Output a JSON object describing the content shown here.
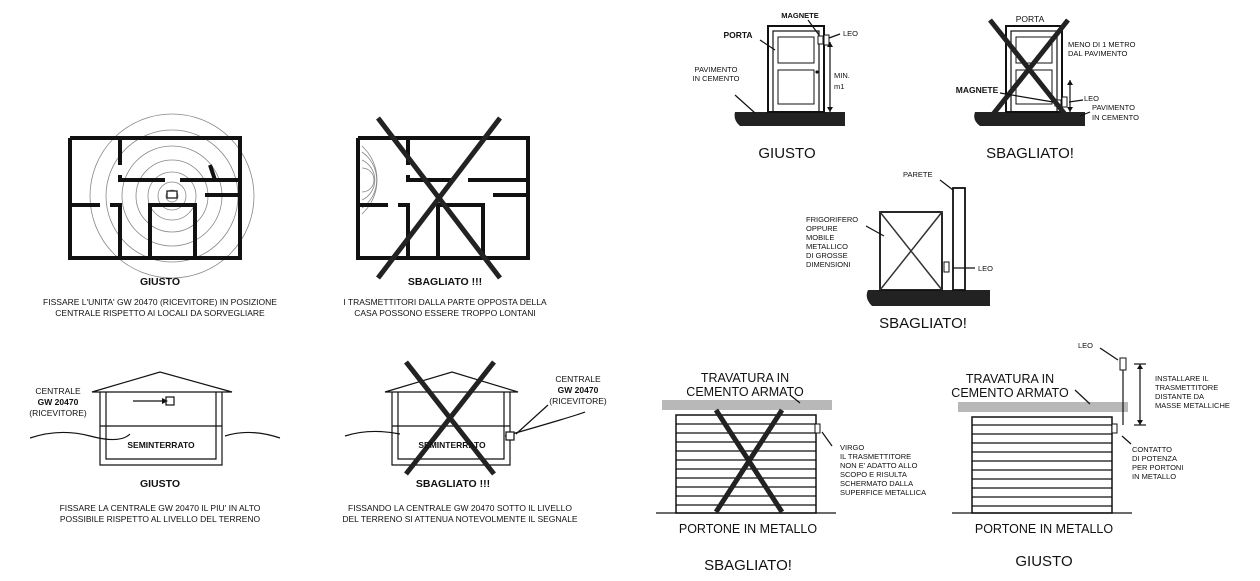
{
  "panel_floor_good": {
    "verdict": "GIUSTO",
    "caption_line1": "FISSARE L'UNITA'  GW 20470  (RICEVITORE) IN POSIZIONE",
    "caption_line2": "CENTRALE RISPETTO AI LOCALI DA SORVEGLIARE"
  },
  "panel_floor_bad": {
    "verdict": "SBAGLIATO !!!",
    "caption_line1": "I TRASMETTITORI DALLA PARTE OPPOSTA DELLA",
    "caption_line2": "CASA POSSONO ESSERE TROPPO LONTANI"
  },
  "panel_house_good": {
    "centrale": "CENTRALE",
    "model": "GW 20470",
    "ricevitore": "(RICEVITORE)",
    "basement": "SEMINTERRATO",
    "verdict": "GIUSTO",
    "caption_line1": "FISSARE LA CENTRALE  GW 20470  IL PIU' IN ALTO",
    "caption_line2": "POSSIBILE RISPETTO AL LIVELLO DEL TERRENO"
  },
  "panel_house_bad": {
    "centrale": "CENTRALE",
    "model": "GW 20470",
    "ricevitore": "(RICEVITORE)",
    "basement": "SEMINTERRATO",
    "verdict": "SBAGLIATO !!!",
    "caption_line1": "FISSANDO LA CENTRALE  GW 20470  SOTTO IL LIVELLO",
    "caption_line2": "DEL TERRENO SI ATTENUA NOTEVOLMENTE IL SEGNALE"
  },
  "panel_door_good": {
    "magnete": "MAGNETE",
    "led": "LEO",
    "porta": "PORTA",
    "pavimento_line1": "PAVIMENTO",
    "pavimento_line2": "IN CEMENTO",
    "min_line1": "MIN.",
    "min_line2": "m1",
    "verdict": "GIUSTO"
  },
  "panel_door_bad": {
    "porta": "PORTA",
    "meno_line1": "MENO DI 1 METRO",
    "meno_line2": "DAL PAVIMENTO",
    "magnete": "MAGNETE",
    "led": "LEO",
    "pavimento_line1": "PAVIMENTO",
    "pavimento_line2": "IN CEMENTO",
    "verdict": "SBAGLIATO!"
  },
  "panel_fridge_bad": {
    "parete": "PARETE",
    "frigo_lines": [
      "FRIGORIFERO",
      "OPPURE",
      "MOBILE",
      "METALLICO",
      "DI GROSSE",
      "DIMENSIONI"
    ],
    "led": "LEO",
    "verdict": "SBAGLIATO!"
  },
  "panel_gate_bad": {
    "beam_line1": "TRAVATURA IN",
    "beam_line2": "CEMENTO ARMATO",
    "virgo_lines": [
      "VIRGO",
      "IL TRASMETTITORE",
      "NON E' ADATTO ALLO",
      "SCOPO E RISULTA",
      "SCHERMATO DALLA",
      "SUPERFICE METALLICA"
    ],
    "portone": "PORTONE IN METALLO",
    "verdict": "SBAGLIATO!"
  },
  "panel_gate_good": {
    "led": "LEO",
    "beam_line1": "TRAVATURA IN",
    "beam_line2": "CEMENTO ARMATO",
    "install_lines": [
      "INSTALLARE IL",
      "TRASMETTITORE",
      "DISTANTE DA",
      "MASSE METALLICHE"
    ],
    "contatto_lines": [
      "CONTATTO",
      "DI POTENZA",
      "PER PORTONI",
      "IN METALLO"
    ],
    "portone": "PORTONE IN METALLO",
    "verdict": "GIUSTO"
  }
}
